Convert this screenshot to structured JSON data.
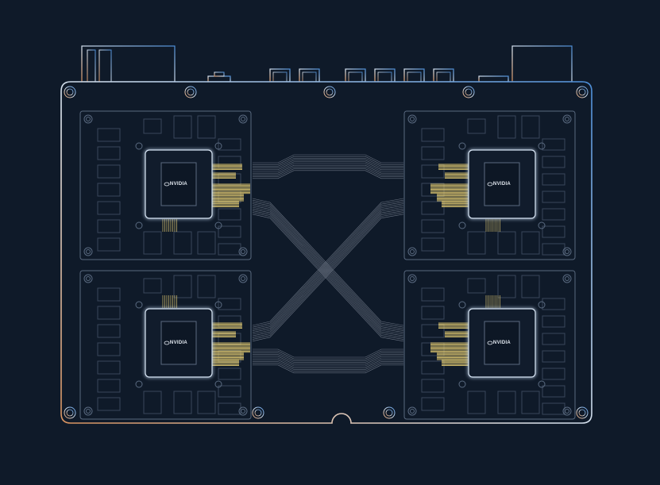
{
  "diagram": {
    "chips": [
      {
        "id": "top-left",
        "label": "NVIDIA"
      },
      {
        "id": "bottom-left",
        "label": "NVIDIA"
      },
      {
        "id": "top-right",
        "label": "NVIDIA"
      },
      {
        "id": "bottom-right",
        "label": "NVIDIA"
      }
    ],
    "colors": {
      "background": "#0f1a29",
      "outline": "#5a6a80",
      "trace_gold": "#e8cf73",
      "board_left": "#d9935f",
      "board_mid": "#dfe6ee",
      "board_right": "#4d8fd9"
    }
  }
}
